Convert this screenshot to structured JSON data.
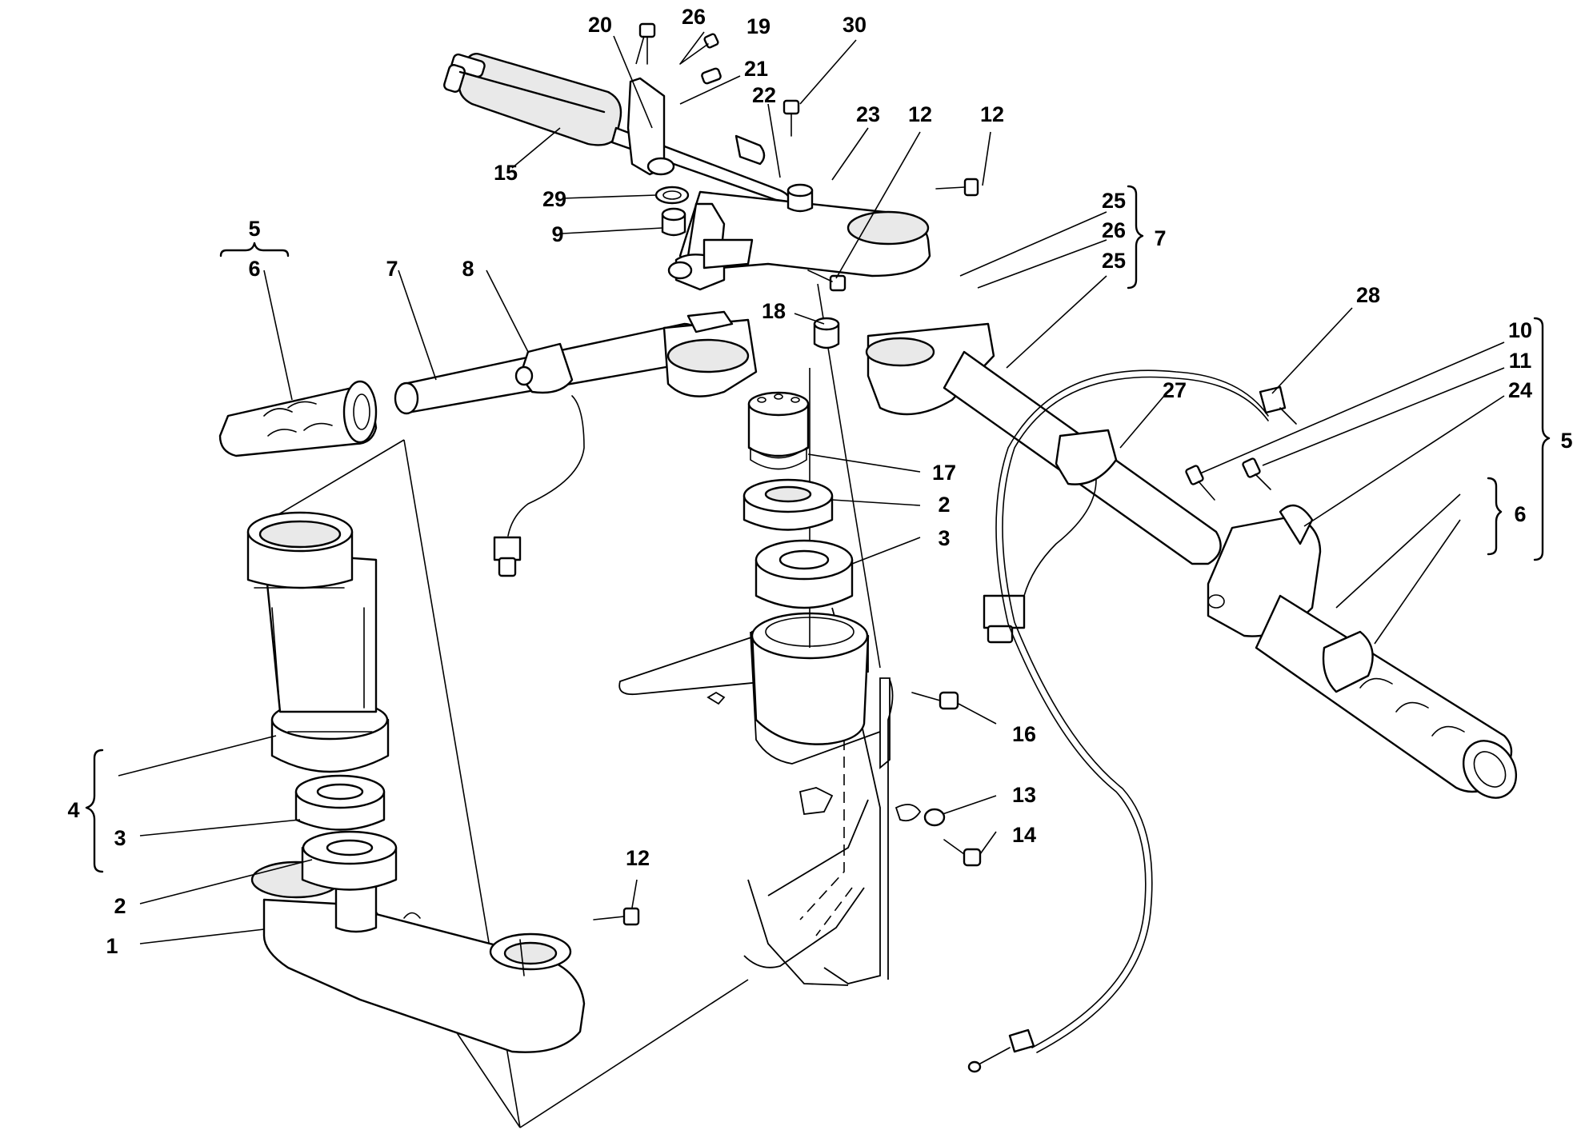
{
  "diagram": {
    "colors": {
      "line": "#000000",
      "background": "#ffffff",
      "shade": "#e9e9e9"
    },
    "callouts": [
      {
        "id": "c1",
        "label": "1"
      },
      {
        "id": "c2a",
        "label": "2"
      },
      {
        "id": "c2b",
        "label": "2"
      },
      {
        "id": "c3a",
        "label": "3"
      },
      {
        "id": "c3b",
        "label": "3"
      },
      {
        "id": "c4",
        "label": "4"
      },
      {
        "id": "c5a",
        "label": "5"
      },
      {
        "id": "c5b",
        "label": "5"
      },
      {
        "id": "c6a",
        "label": "6"
      },
      {
        "id": "c6b",
        "label": "6"
      },
      {
        "id": "c7a",
        "label": "7"
      },
      {
        "id": "c7b",
        "label": "7"
      },
      {
        "id": "c8",
        "label": "8"
      },
      {
        "id": "c9",
        "label": "9"
      },
      {
        "id": "c10",
        "label": "10"
      },
      {
        "id": "c11",
        "label": "11"
      },
      {
        "id": "c12a",
        "label": "12"
      },
      {
        "id": "c12b",
        "label": "12"
      },
      {
        "id": "c12c",
        "label": "12"
      },
      {
        "id": "c13",
        "label": "13"
      },
      {
        "id": "c14",
        "label": "14"
      },
      {
        "id": "c15",
        "label": "15"
      },
      {
        "id": "c16",
        "label": "16"
      },
      {
        "id": "c17",
        "label": "17"
      },
      {
        "id": "c18",
        "label": "18"
      },
      {
        "id": "c19",
        "label": "19"
      },
      {
        "id": "c20",
        "label": "20"
      },
      {
        "id": "c21",
        "label": "21"
      },
      {
        "id": "c22",
        "label": "22"
      },
      {
        "id": "c23",
        "label": "23"
      },
      {
        "id": "c24",
        "label": "24"
      },
      {
        "id": "c25a",
        "label": "25"
      },
      {
        "id": "c25b",
        "label": "25"
      },
      {
        "id": "c26a",
        "label": "26"
      },
      {
        "id": "c26b",
        "label": "26"
      },
      {
        "id": "c27",
        "label": "27"
      },
      {
        "id": "c28",
        "label": "28"
      },
      {
        "id": "c29",
        "label": "29"
      },
      {
        "id": "c30",
        "label": "30"
      }
    ]
  }
}
